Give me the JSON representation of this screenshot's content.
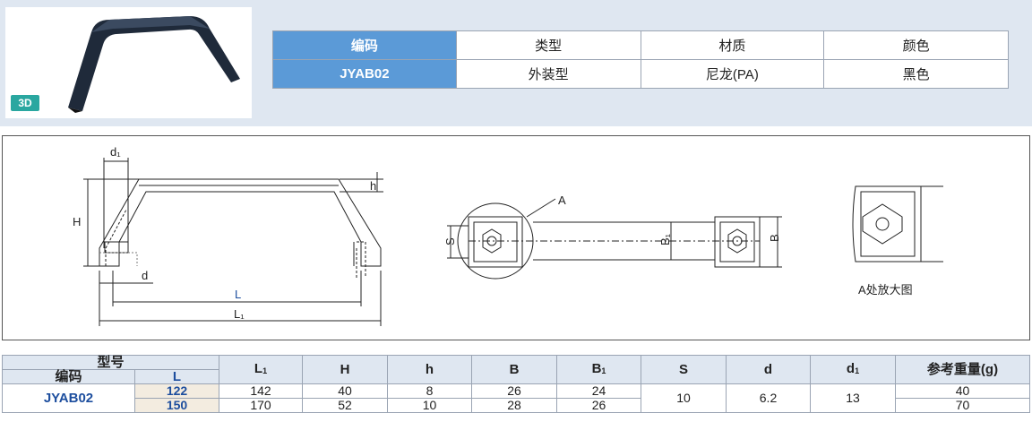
{
  "badge_3d": "3D",
  "spec_table": {
    "headers": [
      "编码",
      "类型",
      "材质",
      "颜色"
    ],
    "row": [
      "JYAB02",
      "外装型",
      "尼龙(PA)",
      "黑色"
    ]
  },
  "drawing": {
    "labels": {
      "d1": "d₁",
      "h": "h",
      "H": "H",
      "d": "d",
      "L": "L",
      "L1": "L₁",
      "A": "A",
      "S": "S",
      "B1": "B₁",
      "B": "B",
      "detail_caption": "A处放大图"
    }
  },
  "dims_table": {
    "group_header": "型号",
    "code_header": "编码",
    "L_header": "L",
    "col_headers": [
      "L",
      "H",
      "h",
      "B",
      "B",
      "S",
      "d",
      "d",
      "参考重量(g)"
    ],
    "col_subs": [
      "1",
      "",
      "",
      "",
      "1",
      "",
      "",
      "1",
      ""
    ],
    "code": "JYAB02",
    "rows": [
      {
        "L": "122",
        "L1": "142",
        "H": "40",
        "h": "8",
        "B": "26",
        "B1": "24",
        "weight": "40"
      },
      {
        "L": "150",
        "L1": "170",
        "H": "52",
        "h": "10",
        "B": "28",
        "B1": "26",
        "weight": "70"
      }
    ],
    "shared": {
      "S": "10",
      "d": "6.2",
      "d1": "13"
    }
  }
}
